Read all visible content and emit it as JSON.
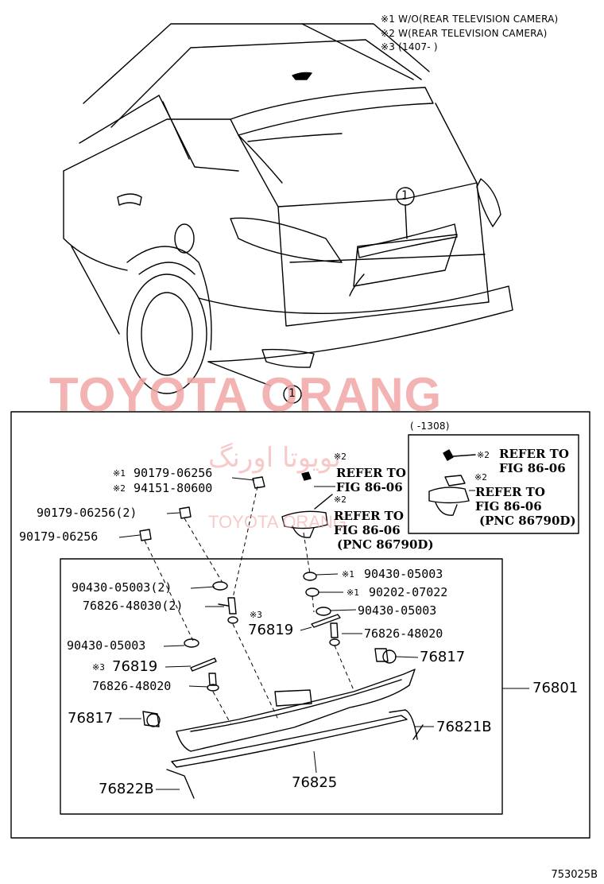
{
  "notes": [
    "※1 W/O(REAR TELEVISION CAMERA)",
    "※2 W(REAR TELEVISION CAMERA)",
    "※3 (1407-        )"
  ],
  "callout_1": "1",
  "watermark": {
    "latin": "TOYOTA ORANG",
    "persian": "تویوتا اورنگ",
    "small": "TOYOTA ORANG"
  },
  "inset": {
    "title": "(      -1308)",
    "refer1_mark": "※2",
    "refer1_l1": "REFER TO",
    "refer1_l2": "FIG 86-06",
    "refer2_mark": "※2",
    "refer2_l1": "REFER TO",
    "refer2_l2": "FIG 86-06",
    "refer2_l3": "(PNC 86790D)"
  },
  "labels": {
    "l1_mark": "※1",
    "l1_text": "90179-06256",
    "l2_mark": "※2",
    "l2_text": "94151-80600",
    "l3": "90179-06256(2)",
    "l4": "90179-06256",
    "r1_mark": "※2",
    "r1_l1": "REFER TO",
    "r1_l2": "FIG 86-06",
    "r2_mark": "※2",
    "r2_l1": "REFER TO",
    "r2_l2": "FIG 86-06",
    "r2_l3": "(PNC 86790D)",
    "m1_mark": "※1",
    "m1_text": "90430-05003",
    "m2_mark": "※1",
    "m2_text": "90202-07022",
    "m3": "90430-05003",
    "m4": "76826-48020",
    "m5_mark": "※3",
    "m5_text": "76819",
    "a1": "90430-05003(2)",
    "a2": "76826-48030(2)",
    "a3": "90430-05003",
    "a4_mark": "※3",
    "a4_text": "76819",
    "a5": "76826-48020",
    "a6": "76817",
    "b1": "76817",
    "b2": "76801",
    "b3": "76821B",
    "b4": "76822B",
    "b5": "76825"
  },
  "figure_code": "753025B"
}
